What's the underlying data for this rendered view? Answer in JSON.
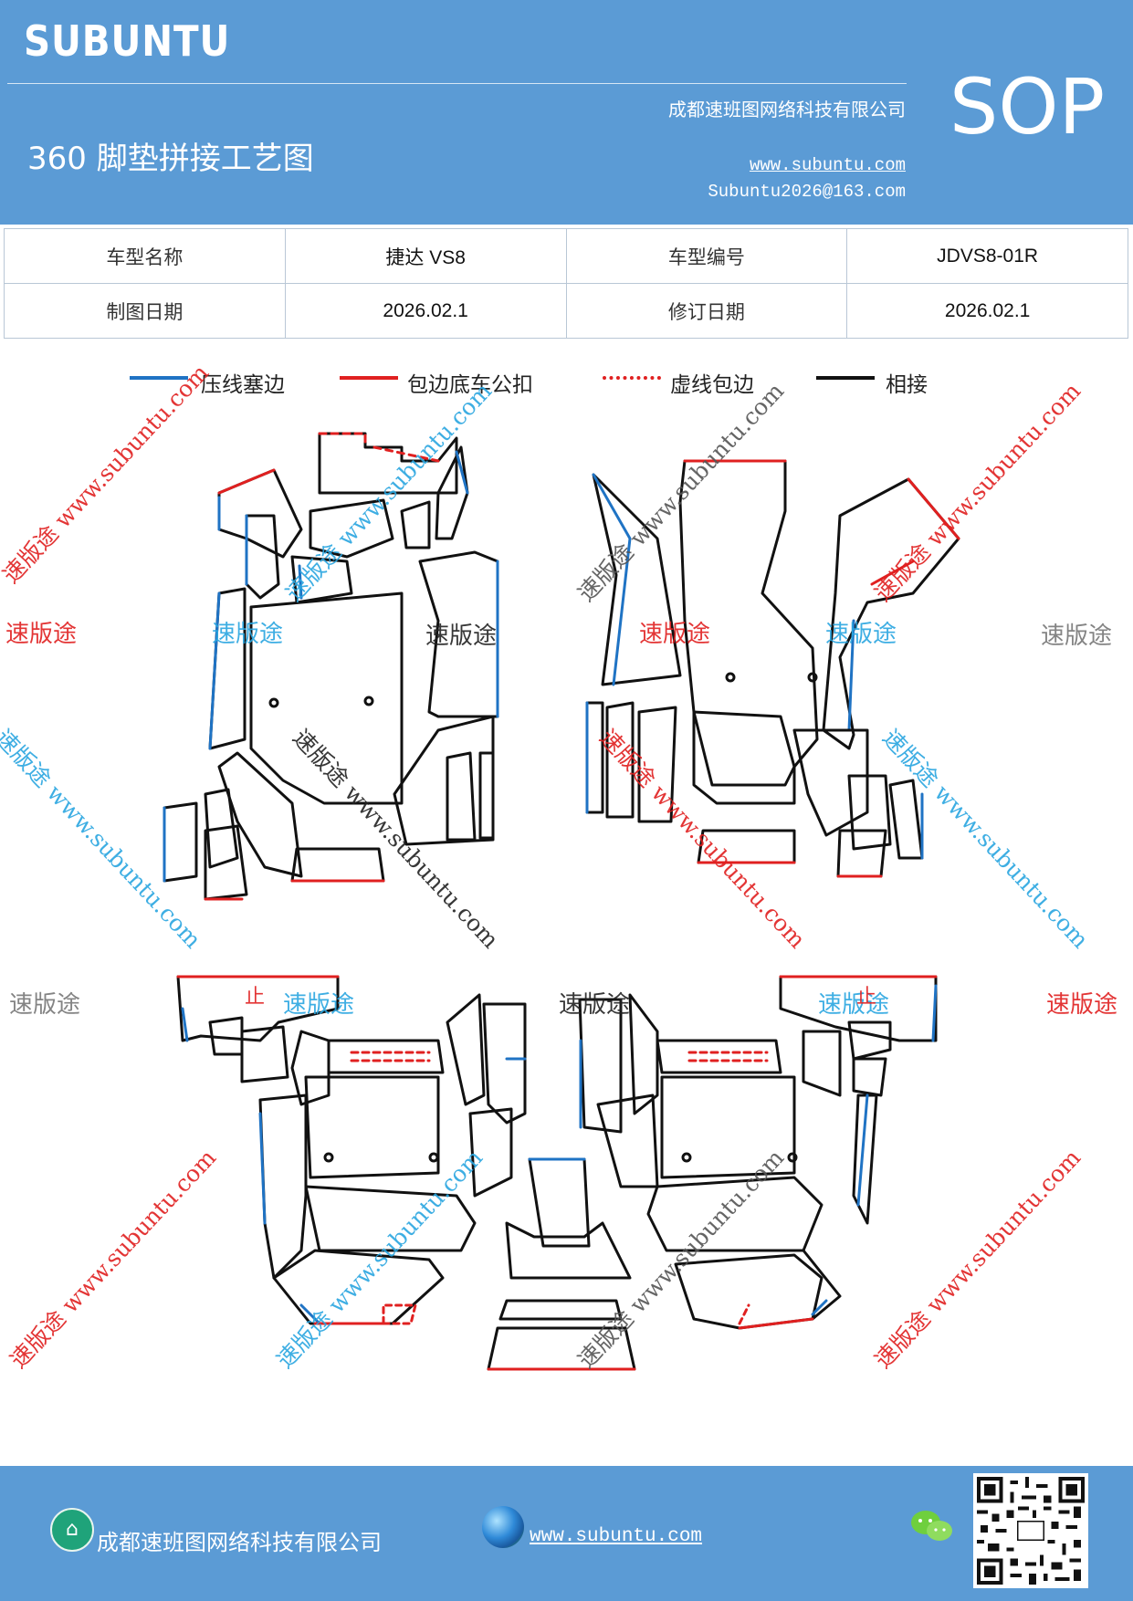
{
  "header": {
    "brand": "SUBUNTU",
    "company": "成都速班图网络科技有限公司",
    "title": "360 脚垫拼接工艺图",
    "website": "www.subuntu.com",
    "email": "Subuntu2026@163.com",
    "badge": "SOP"
  },
  "info_table": {
    "rows": [
      {
        "label1": "车型名称",
        "value1": "捷达 VS8",
        "label2": "车型编号",
        "value2": "JDVS8-01R"
      },
      {
        "label1": "制图日期",
        "value1": "2026.02.1",
        "label2": "修订日期",
        "value2": "2026.02.1"
      }
    ]
  },
  "legend": [
    {
      "label": "压线塞边",
      "color": "#1f73c4",
      "style": "solid"
    },
    {
      "label": "包边底车公扣",
      "color": "#e02020",
      "style": "solid"
    },
    {
      "label": "虚线包边",
      "color": "#e02020",
      "style": "dotted"
    },
    {
      "label": "相接",
      "color": "#111111",
      "style": "solid"
    }
  ],
  "watermarks": {
    "brand": "速版途",
    "url": "www.subuntu.com",
    "combo": "速版途 www.subuntu.com",
    "marker": "止"
  },
  "footer": {
    "company": "成都速班图网络科技有限公司",
    "website": "www.subuntu.com",
    "icons": [
      "house-icon",
      "globe-icon",
      "wechat-icon",
      "qr-code"
    ]
  },
  "colors": {
    "header_bg": "#5b9bd5",
    "blue_edge": "#1f73c4",
    "red_edge": "#e02020",
    "outline": "#111111"
  }
}
